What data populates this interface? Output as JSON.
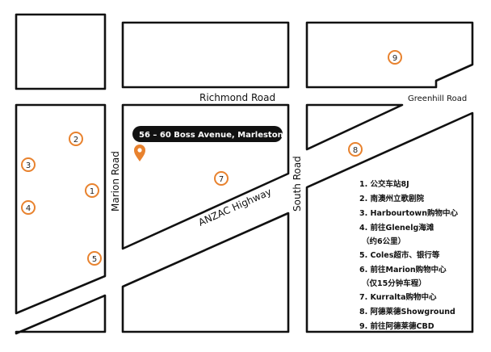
{
  "colors": {
    "road_outline": "#111111",
    "block_fill": "#ffffff",
    "pin_accent": "#e8822e",
    "callout_bg": "#111111",
    "callout_text": "#ffffff"
  },
  "roads": {
    "richmond": "Richmond Road",
    "greenhill": "Greenhill Road",
    "marion": "Marion Road",
    "anzac": "ANZAC Highway",
    "south": "South Road"
  },
  "location": {
    "address": "56 – 60 Boss Avenue, Marleston",
    "icon": "map-pin-icon"
  },
  "markers": [
    "1",
    "2",
    "3",
    "4",
    "5",
    "7",
    "8",
    "9"
  ],
  "legend": [
    "1. 公交车站8J",
    "2. 南澳州立歌剧院",
    "3. Harbourtown购物中心",
    "4. 前往Glenelg海滩",
    "（约6公里）",
    "5. Coles超市、银行等",
    "6. 前往Marion购物中心",
    "（仅15分钟车程）",
    "7. Kurralta购物中心",
    "8. 阿德莱德Showground",
    "9. 前往阿德莱德CBD"
  ]
}
